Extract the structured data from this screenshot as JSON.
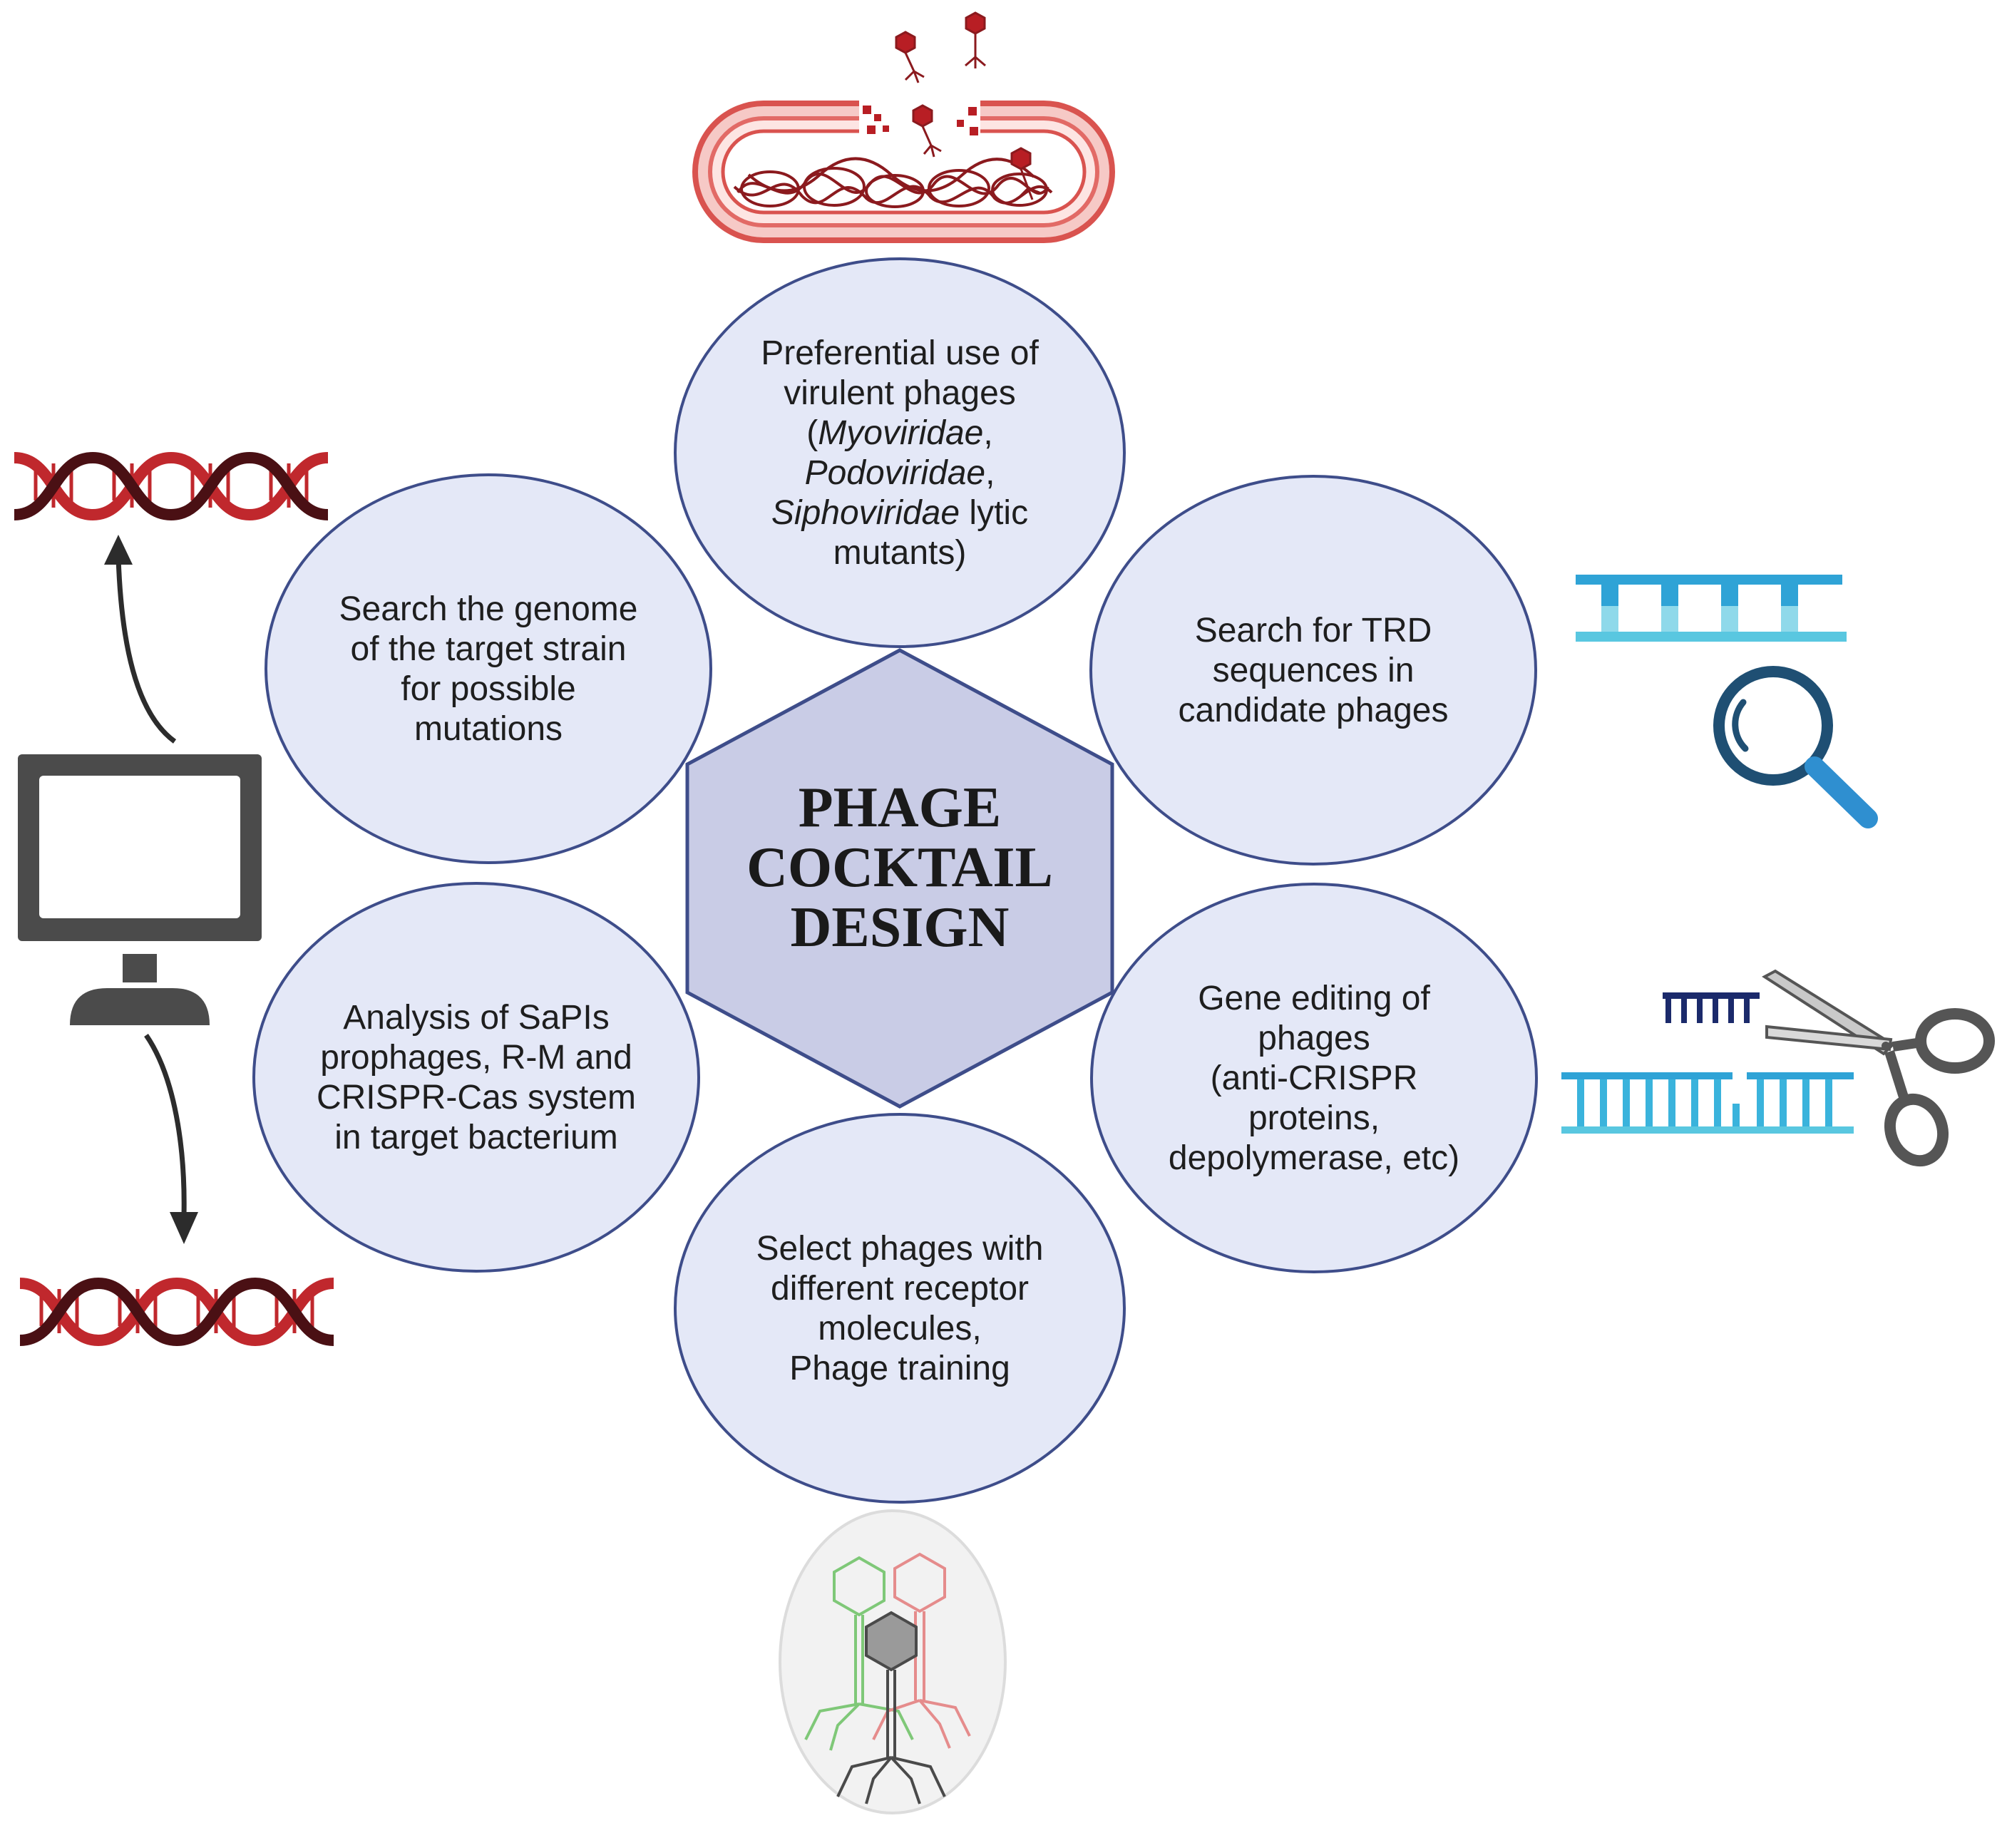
{
  "center": {
    "lines": [
      "PHAGE",
      "COCKTAIL",
      "DESIGN"
    ]
  },
  "nodes": {
    "top": {
      "lines": [
        [
          {
            "t": "Preferential use of"
          }
        ],
        [
          {
            "t": "virulent phages"
          }
        ],
        [
          {
            "t": "("
          },
          {
            "t": "Myoviridae",
            "i": true
          },
          {
            "t": ","
          }
        ],
        [
          {
            "t": "Podoviridae",
            "i": true
          },
          {
            "t": ","
          }
        ],
        [
          {
            "t": "Siphoviridae",
            "i": true
          },
          {
            "t": " lytic"
          }
        ],
        [
          {
            "t": "mutants)"
          }
        ]
      ]
    },
    "upper_left": {
      "lines": [
        [
          {
            "t": "Search the genome"
          }
        ],
        [
          {
            "t": "of the target strain"
          }
        ],
        [
          {
            "t": "for possible"
          }
        ],
        [
          {
            "t": "mutations"
          }
        ]
      ]
    },
    "upper_right": {
      "lines": [
        [
          {
            "t": "Search for TRD"
          }
        ],
        [
          {
            "t": "sequences in"
          }
        ],
        [
          {
            "t": "candidate phages"
          }
        ]
      ]
    },
    "lower_left": {
      "lines": [
        [
          {
            "t": "Analysis of SaPIs"
          }
        ],
        [
          {
            "t": "prophages, R-M and"
          }
        ],
        [
          {
            "t": "CRISPR-Cas system"
          }
        ],
        [
          {
            "t": "in target bacterium"
          }
        ]
      ]
    },
    "lower_right": {
      "lines": [
        [
          {
            "t": "Gene editing of"
          }
        ],
        [
          {
            "t": "phages"
          }
        ],
        [
          {
            "t": "(anti-CRISPR"
          }
        ],
        [
          {
            "t": "proteins,"
          }
        ],
        [
          {
            "t": "depolymerase, etc)"
          }
        ]
      ]
    },
    "bottom": {
      "lines": [
        [
          {
            "t": "Select phages with"
          }
        ],
        [
          {
            "t": "different receptor"
          }
        ],
        [
          {
            "t": "molecules,"
          }
        ],
        [
          {
            "t": "Phage training"
          }
        ]
      ]
    }
  },
  "icons": {
    "top": "bacterium-phage-lysis-icon",
    "top_left": "dna-helix-icon",
    "left": "computer-monitor-icon",
    "bottom_left": "dna-helix-icon",
    "right_top": "dna-search-magnifier-icon",
    "right_bottom": "dna-cut-scissors-icon",
    "bottom": "phage-training-icon"
  },
  "colors": {
    "node_fill": "#e4e8f7",
    "node_stroke": "#3e4d8a",
    "hex_fill": "#c9cce6",
    "hex_stroke": "#3e4d8a",
    "dna_red": "#c0282d",
    "dna_dark": "#4a1014",
    "bacterium": "#d9534f",
    "monitor": "#4b4b4b",
    "dna_blue": "#2fa3d6",
    "magnifier": "#1f4f73"
  }
}
